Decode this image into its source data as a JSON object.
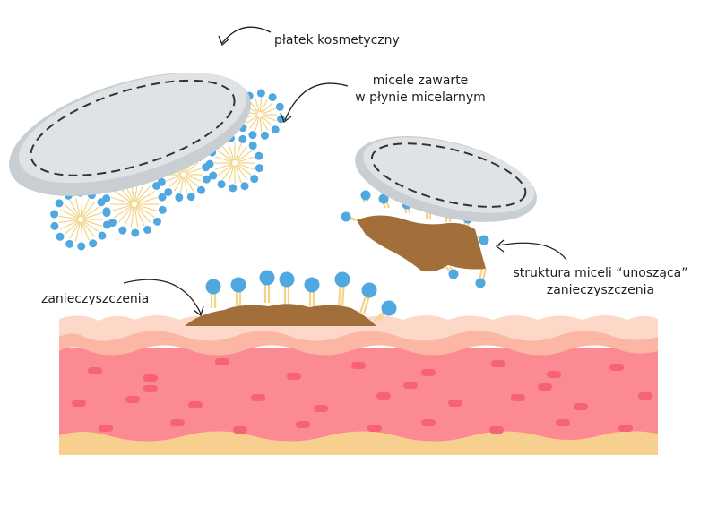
{
  "labels": {
    "pad": "płatek kosmetyczny",
    "micelles_line1": "micele zawarte",
    "micelles_line2": "w płynie micelarnym",
    "dirt": "zanieczyszczenia",
    "lifting_line1": "struktura miceli “unosząca”",
    "lifting_line2": "zanieczyszczenia"
  },
  "colors": {
    "pad_fill": "#dfe3e6",
    "pad_edge": "#c9ced2",
    "micelle_head": "#4fa8df",
    "micelle_tail": "#f3d487",
    "dirt": "#a26f3a",
    "skin_top": "#fdd7c8",
    "skin_mid": "#fbb7a3",
    "dermis": "#fb8a92",
    "cells": "#f76274",
    "fat": "#f7cf8e"
  }
}
